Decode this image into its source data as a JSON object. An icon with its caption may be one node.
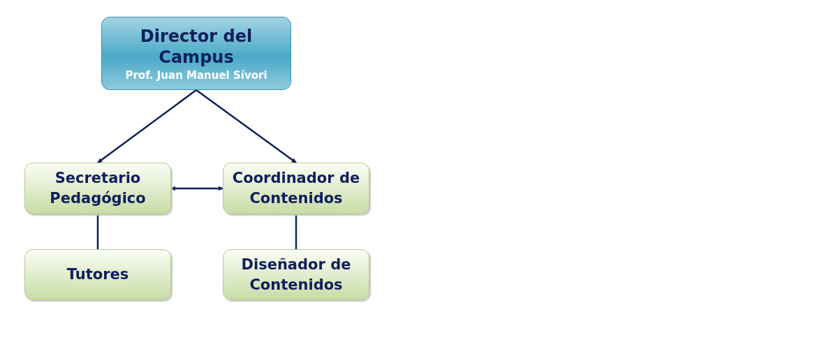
{
  "diagram": {
    "nodes": [
      {
        "text": [
          "Director del Campus",
          "Prof. Juan Manuel Sívori"
        ]
      },
      {
        "text": [
          "Secretario Pedagógico"
        ]
      },
      {
        "text": [
          "Coordinador de Contenidos"
        ]
      },
      {
        "text": [
          "Tutores"
        ]
      },
      {
        "text": [
          "Diseñador de Contenidos"
        ]
      }
    ],
    "edges": [
      {
        "from": 0,
        "to": 1,
        "arrow": "to"
      },
      {
        "from": 0,
        "to": 2,
        "arrow": "to"
      },
      {
        "from": 1,
        "to": 2,
        "arrow": "both"
      },
      {
        "from": 1,
        "to": 3,
        "arrow": "none"
      },
      {
        "from": 2,
        "to": 4,
        "arrow": "none"
      }
    ]
  }
}
